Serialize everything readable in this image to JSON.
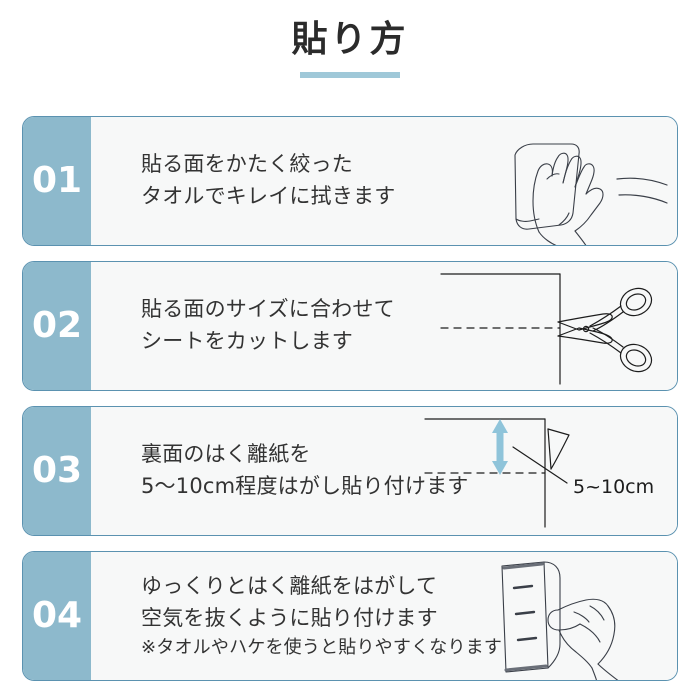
{
  "header": {
    "title": "貼り方"
  },
  "steps": [
    {
      "number": "01",
      "lines": [
        "貼る面をかたく絞った",
        "タオルでキレイに拭きます"
      ],
      "note": "",
      "illustration": "hand-wiping-with-towel-icon"
    },
    {
      "number": "02",
      "lines": [
        "貼る面のサイズに合わせて",
        "シートをカットします"
      ],
      "note": "",
      "illustration": "scissors-cutting-sheet-icon"
    },
    {
      "number": "03",
      "lines": [
        "裏面のはく離紙を",
        "5〜10cm程度はがし貼り付けます"
      ],
      "note": "",
      "illustration": "peel-backing-paper-icon",
      "art_label": "5~10cm"
    },
    {
      "number": "04",
      "lines": [
        "ゆっくりとはく離紙をはがして",
        "空気を抜くように貼り付けます"
      ],
      "note": "※タオルやハケを使うと貼りやすくなります",
      "illustration": "hand-pressing-sheet-icon"
    }
  ],
  "colors": {
    "badge": "#8db9cc",
    "card_border": "#5b92b0",
    "title_underline": "#9fc8d8",
    "arrow": "#8fc4da",
    "card_body": "#f7f8f8",
    "text": "#333333"
  }
}
